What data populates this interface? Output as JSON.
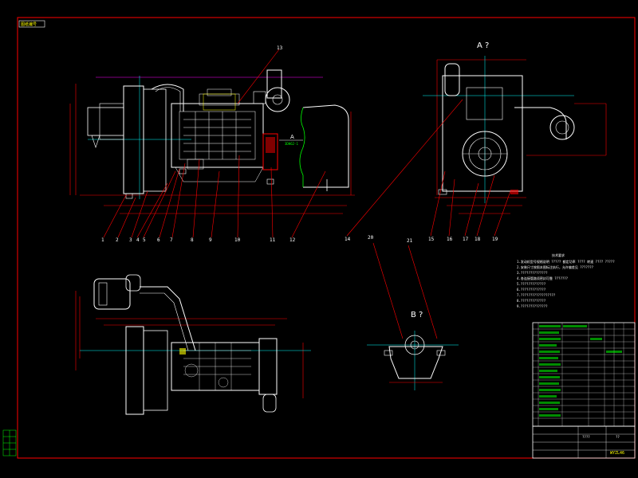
{
  "corner_tag": "图纸编号",
  "view_labels": {
    "a": "A ?",
    "b": "B ?"
  },
  "callouts_top": [
    "1",
    "2",
    "3",
    "4",
    "5",
    "6",
    "7",
    "8",
    "9",
    "10",
    "11",
    "12",
    "13"
  ],
  "callouts_right": [
    "14",
    "15",
    "16",
    "17",
    "18",
    "19",
    "20",
    "21"
  ],
  "notes_title": "技术要求",
  "notes_lines": [
    "1.发动机型号规格说明 ????? 额定功率 ???? 转速 ???? ?????",
    "2.安装尺寸按照本图标注执行，允许偏差见 ???????",
    "3.??????????????",
    "4.各连接管路须密封可靠 ???????",
    "5.?????????????",
    "6.?????????????",
    "7.??????????????????",
    "8.?????????????",
    "9.??????????????"
  ],
  "title_block": {
    "drawing_name": "????",
    "drawing_code": "WYZL46",
    "scale": "??"
  },
  "colors": {
    "frame": "#ff0000",
    "outline": "#ffffff",
    "dimension": "#00ffff",
    "yellow": "#ffff00",
    "magenta": "#ff00ff",
    "green": "#00ff00",
    "background": "#000000"
  }
}
